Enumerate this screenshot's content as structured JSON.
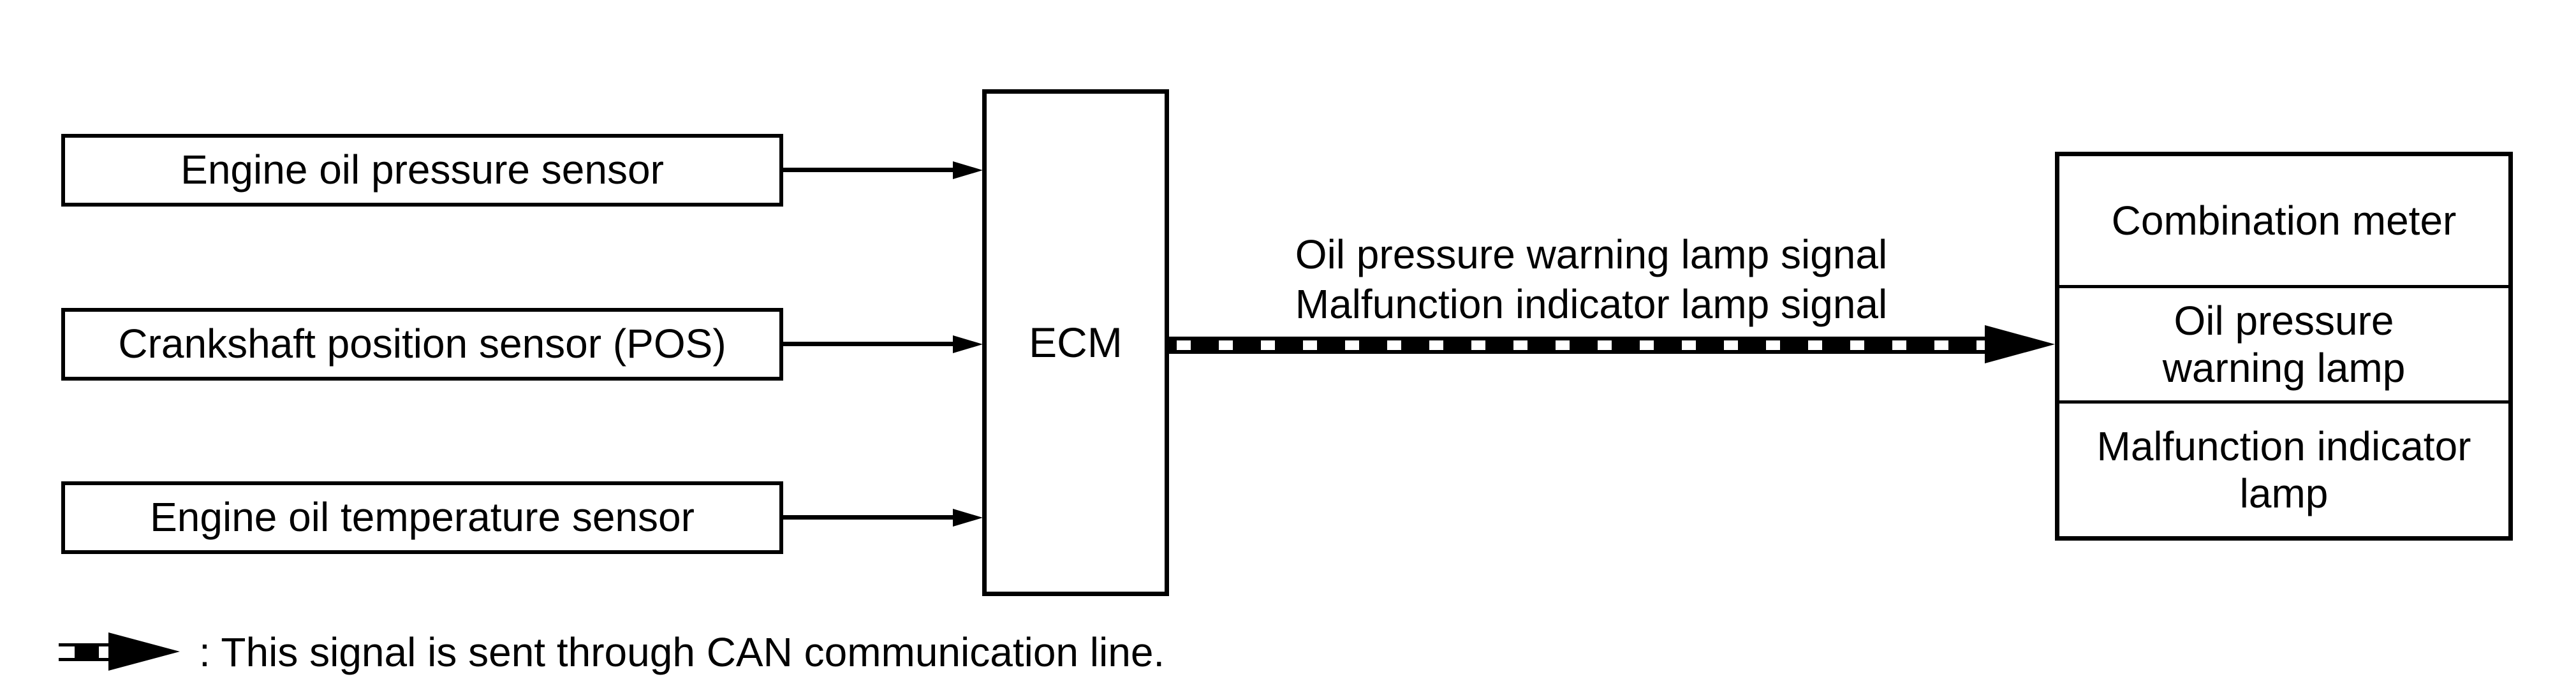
{
  "colors": {
    "ink": "#000000",
    "paper": "#ffffff"
  },
  "sensors": [
    {
      "label": "Engine oil pressure sensor"
    },
    {
      "label": "Crankshaft position sensor (POS)"
    },
    {
      "label": "Engine oil temperature sensor"
    }
  ],
  "ecm": {
    "label": "ECM"
  },
  "can_signal": {
    "line1": "Oil pressure warning lamp signal",
    "line2": "Malfunction indicator lamp signal"
  },
  "combination_meter": {
    "title": "Combination meter",
    "rows": [
      {
        "line1": "Oil pressure",
        "line2": "warning lamp"
      },
      {
        "line1": "Malfunction indicator",
        "line2": "lamp"
      }
    ]
  },
  "legend": {
    "label": ": This signal is sent through CAN communication line."
  }
}
